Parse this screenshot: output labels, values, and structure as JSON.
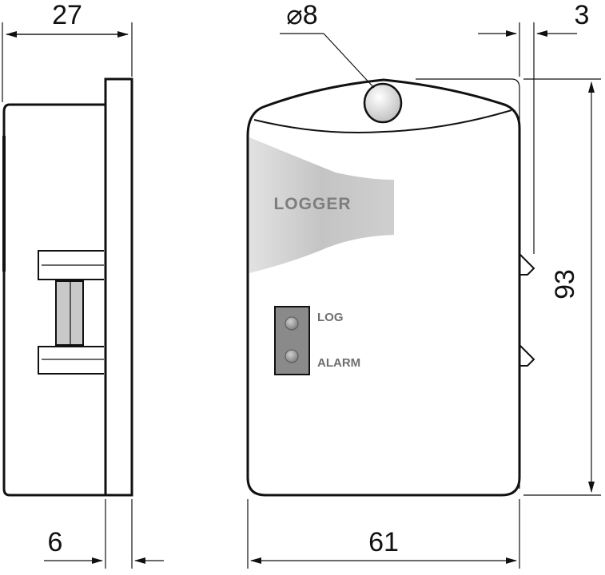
{
  "dimensions": {
    "side_depth": "27",
    "base_depth": "6",
    "led_diameter": "⌀8",
    "clip_offset": "3",
    "height": "93",
    "width": "61"
  },
  "device": {
    "brand_label": "LOGGER",
    "indicator_log": "LOG",
    "indicator_alarm": "ALARM"
  },
  "colors": {
    "outline": "#111111",
    "label_band": "#c8c8c8",
    "label_text": "#7d7d7d",
    "indicator_panel": "#8a8a8a",
    "led": "#c9c9c9"
  }
}
